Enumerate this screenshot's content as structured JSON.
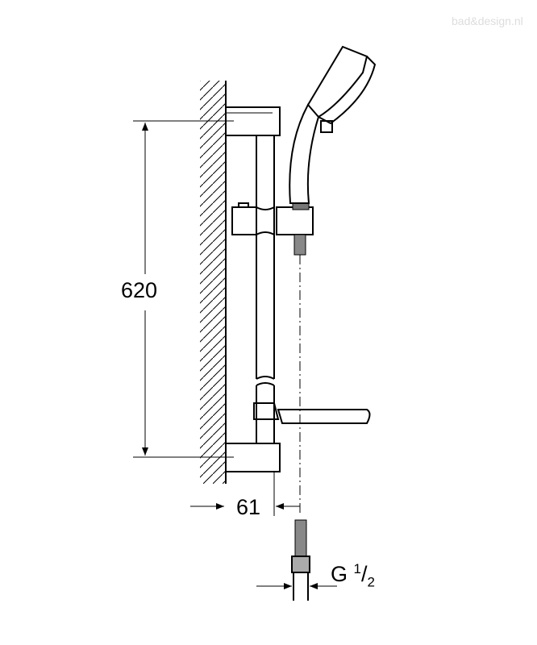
{
  "watermark": "bad&design.nl",
  "dimensions": {
    "height": "620",
    "depth": "61",
    "thread": "G",
    "thread_num": "1",
    "thread_den": "2"
  }
}
